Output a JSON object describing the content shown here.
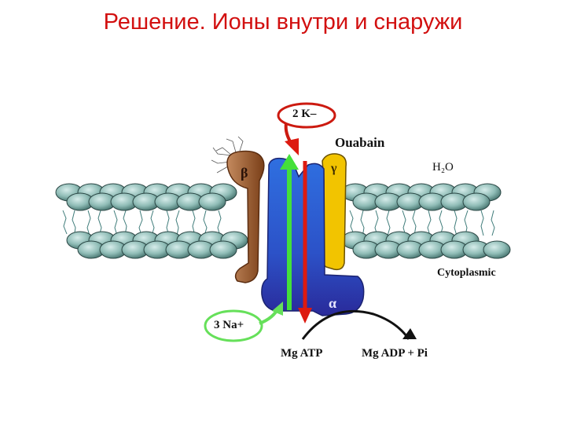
{
  "title": "Решение. Ионы внутри и снаружи",
  "diagram": {
    "labels": {
      "potassium": "2 K–",
      "ouabain": "Ouabain",
      "water": "H₂O",
      "cytoplasmic": "Cytoplasmic",
      "sodium": "3 Na+",
      "mg_atp": "Mg ATP",
      "mg_adp": "Mg ADP + Pi",
      "alpha": "α",
      "beta": "β",
      "gamma": "γ"
    },
    "colors": {
      "title": "#d21010",
      "alpha_subunit": "#2f5fd0",
      "alpha_dark": "#2a2a9a",
      "beta_subunit": "#9a5a2e",
      "gamma_subunit": "#f2c400",
      "k_arrow": "#dd1a10",
      "na_arrow": "#44e03a",
      "lipid_head": "#8fbcb6"
    }
  }
}
